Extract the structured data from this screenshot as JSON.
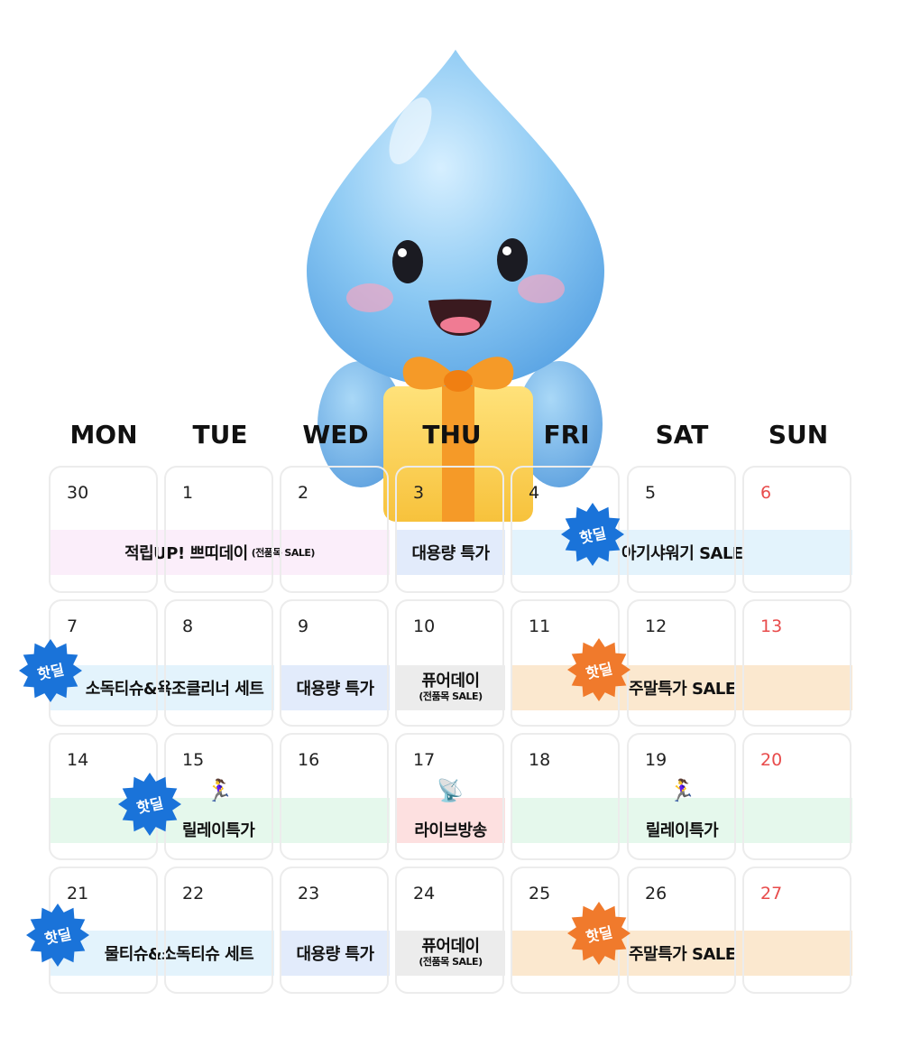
{
  "weekdays": [
    "MON",
    "TUE",
    "WED",
    "THU",
    "FRI",
    "SAT",
    "SUN"
  ],
  "weeks": [
    [
      "30",
      "1",
      "2",
      "3",
      "4",
      "5",
      "6"
    ],
    [
      "7",
      "8",
      "9",
      "10",
      "11",
      "12",
      "13"
    ],
    [
      "14",
      "15",
      "16",
      "17",
      "18",
      "19",
      "20"
    ],
    [
      "21",
      "22",
      "23",
      "24",
      "25",
      "26",
      "27"
    ]
  ],
  "events": {
    "w1_points_day": "적립UP! 쁘띠데이",
    "w1_points_day_small": "(전품목 SALE)",
    "w1_bulk": "대용량 특가",
    "w1_baby": "아기샤워기 SALE",
    "w2_tissue": "소독티슈&욕조클리너 세트",
    "w2_bulk": "대용량 특가",
    "w2_pure": "퓨어데이",
    "w2_pure_small": "(전품목 SALE)",
    "w2_weekend": "주말특가 SALE",
    "w3_relay_1": "릴레이특가",
    "w3_live": "라이브방송",
    "w3_relay_2": "릴레이특가",
    "w4_tissue": "물티슈&소독티슈 세트",
    "w4_bulk": "대용량 특가",
    "w4_pure": "퓨어데이",
    "w4_pure_small": "(전품목 SALE)",
    "w4_weekend": "주말특가 SALE"
  },
  "badge_label": "핫딜",
  "colors": {
    "sunday": "#e84b4b",
    "badge_blue": "#1a73d9",
    "badge_orange": "#f07a2c",
    "bar_pink": "#fbeefa",
    "bar_lightblue": "#e3f3fc",
    "bar_blue": "#e2ebfb",
    "bar_gray": "#ececec",
    "bar_orange": "#fbe8cf",
    "bar_green": "#e5f8ec",
    "bar_red": "#fde0e0"
  },
  "icons": [
    "water-drop-mascot-icon",
    "gift-box-icon",
    "running-woman-icon",
    "satellite-antenna-icon",
    "starburst-badge-icon"
  ]
}
